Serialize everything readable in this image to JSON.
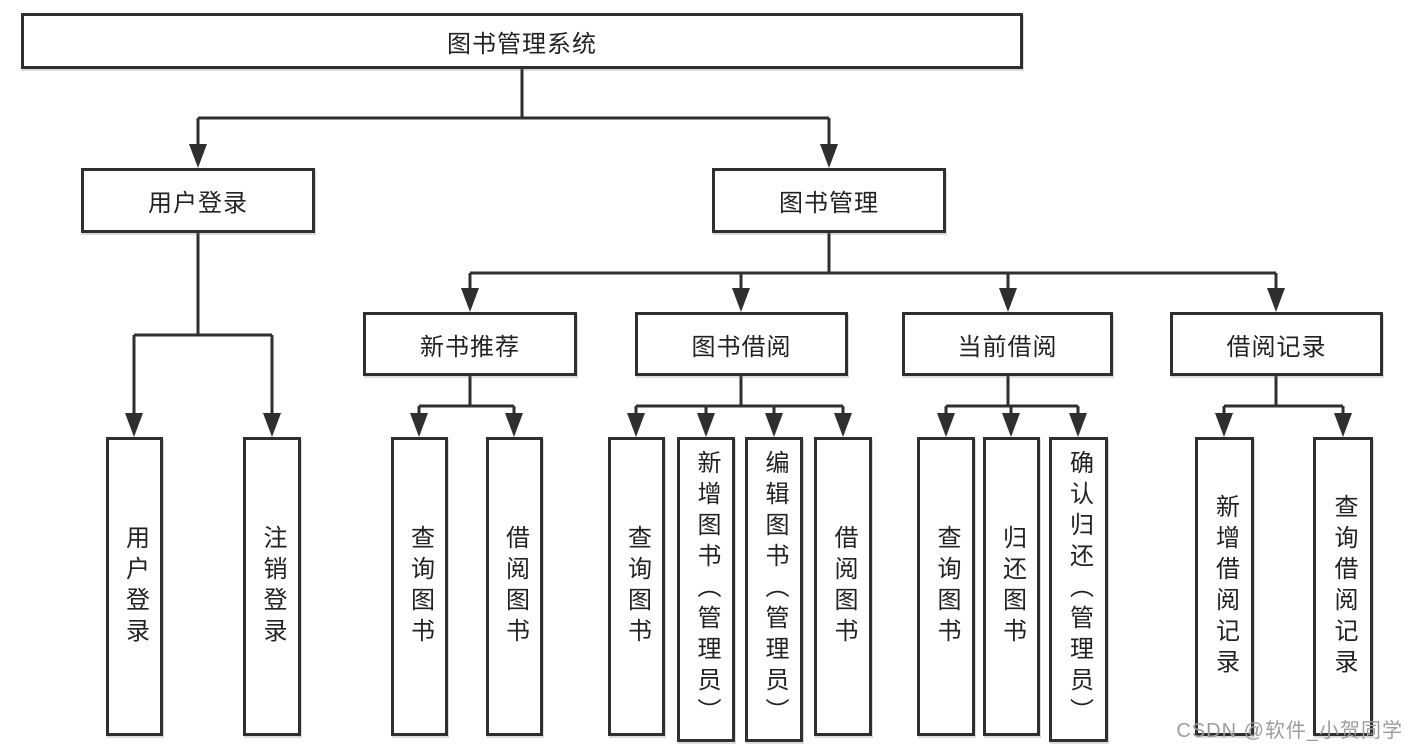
{
  "watermark": "CSDN @软件_小贺同学",
  "colors": {
    "line": "#2f2f2f",
    "box_border": "#2f2f2f",
    "box_fill": "#ffffff",
    "text": "#222222",
    "watermark_text": "#9d9d9d",
    "background": "#ffffff"
  },
  "tree": {
    "root": {
      "label": "图书管理系统",
      "children": [
        {
          "label": "用户登录",
          "children": [
            {
              "label": "用户登录"
            },
            {
              "label": "注销登录"
            }
          ]
        },
        {
          "label": "图书管理",
          "children": [
            {
              "label": "新书推荐",
              "children": [
                {
                  "label": "查询图书"
                },
                {
                  "label": "借阅图书"
                }
              ]
            },
            {
              "label": "图书借阅",
              "children": [
                {
                  "label": "查询图书"
                },
                {
                  "label": "新增图书（管理员）"
                },
                {
                  "label": "编辑图书（管理员）"
                },
                {
                  "label": "借阅图书"
                }
              ]
            },
            {
              "label": "当前借阅",
              "children": [
                {
                  "label": "查询图书"
                },
                {
                  "label": "归还图书"
                },
                {
                  "label": "确认归还（管理员）"
                }
              ]
            },
            {
              "label": "借阅记录",
              "children": [
                {
                  "label": "新增借阅记录"
                },
                {
                  "label": "查询借阅记录"
                }
              ]
            }
          ]
        }
      ]
    }
  }
}
